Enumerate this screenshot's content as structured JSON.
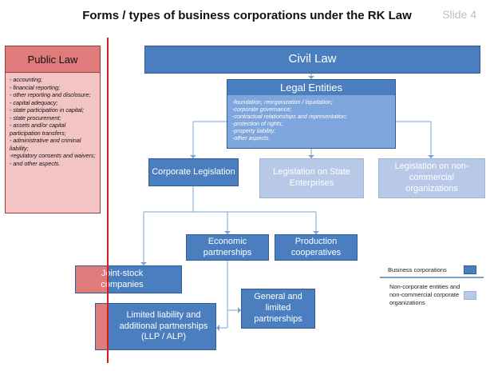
{
  "slide": {
    "title": "Forms / types of business corporations under the RK Law",
    "number": "Slide 4"
  },
  "public_law": {
    "title": "Public Law",
    "items": [
      "- accounting;",
      "- financial reporting;",
      "- other reporting and disclosure;",
      "- capital adequacy;",
      "- state participation in capital;",
      "- state procurement;",
      "- assets and/or capital participation transfers;",
      "- administrative and criminal liability;",
      "-regulatory consents and waivers;",
      "- and other aspects."
    ]
  },
  "civil_law": {
    "title": "Civil Law"
  },
  "legal_entities": {
    "title": "Legal Entities",
    "items": [
      "-foundation, reorganization / liquidation;",
      "-corporate governance;",
      "-contractual relationships and representation;",
      "-protection of rights;",
      "-property liability;",
      "-other aspects."
    ]
  },
  "nodes": {
    "corporate_legislation": "Corporate Legislation",
    "state_enterprises": "Legislation on State Enterprises",
    "non_commercial": "Legislation on non-commercial organizations",
    "economic_partnerships": "Economic partnerships",
    "production_cooperatives": "Production cooperatives",
    "joint_stock": "Joint-stock companies",
    "general_limited": "General and limited partnerships",
    "llp_alp": "Limited liability and additional partnerships (LLP /  ALP)"
  },
  "legend": {
    "business": "Business corporations",
    "non_corporate": "Non-corporate entities and non-commercial corporate organizations"
  },
  "colors": {
    "dark_blue": "#4a7ebf",
    "light_blue": "#b7c9e6",
    "public_red": "#e07b7b",
    "red_line": "#d71a1a"
  }
}
